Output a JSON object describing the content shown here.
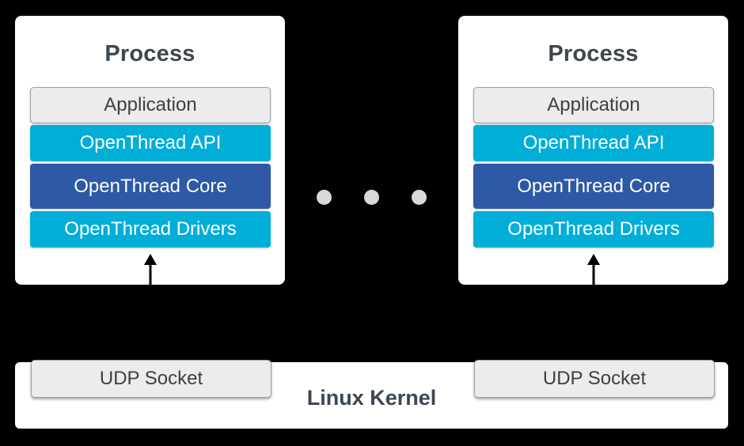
{
  "colors": {
    "canvas_bg": "#000000",
    "card_bg": "#ffffff",
    "cyan": "#00aed8",
    "blue": "#2d59a6",
    "gray_box_bg": "#ececec",
    "gray_box_border": "#9e9e9e",
    "heading_text": "#3c4753",
    "dark_text": "#3c4043",
    "light_text": "#ffffff",
    "dot_color": "#d9d9d9",
    "arrow_color": "#000000"
  },
  "processes": [
    {
      "title": "Process",
      "layers": [
        {
          "label": "Application"
        },
        {
          "label": "OpenThread API"
        },
        {
          "label": "OpenThread Core"
        },
        {
          "label": "OpenThread Drivers"
        }
      ]
    },
    {
      "title": "Process",
      "layers": [
        {
          "label": "Application"
        },
        {
          "label": "OpenThread API"
        },
        {
          "label": "OpenThread Core"
        },
        {
          "label": "OpenThread Drivers"
        }
      ]
    }
  ],
  "ellipsis": {
    "dot_count": 3
  },
  "kernel_bar": {
    "label": "Linux Kernel",
    "sockets": [
      {
        "label": "UDP Socket"
      },
      {
        "label": "UDP Socket"
      }
    ]
  }
}
